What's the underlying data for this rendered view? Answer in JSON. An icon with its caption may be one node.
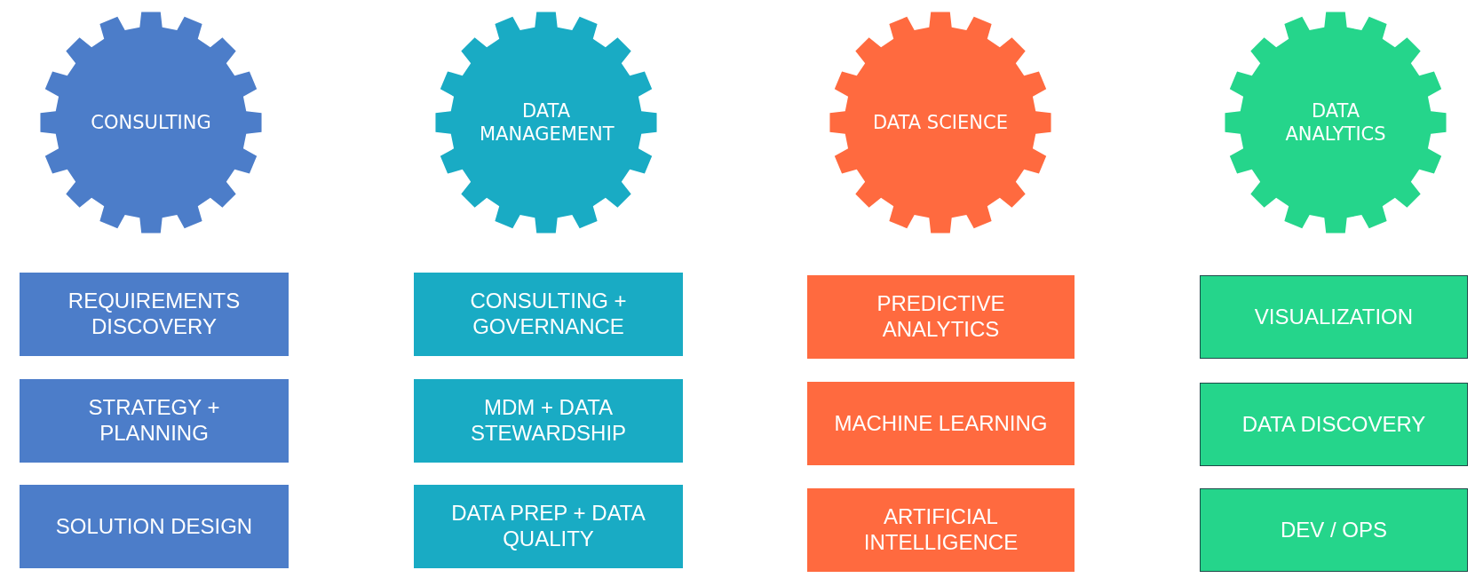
{
  "diagram": {
    "nodes": [
      {
        "text": [
          "CONSULTING"
        ]
      },
      {
        "text": [
          "REQUIREMENTS DISCOVERY"
        ]
      },
      {
        "text": [
          "STRATEGY + PLANNING"
        ]
      },
      {
        "text": [
          "SOLUTION DESIGN"
        ]
      },
      {
        "text": [
          "DATA MANAGEMENT"
        ]
      },
      {
        "text": [
          "CONSULTING + GOVERNANCE"
        ]
      },
      {
        "text": [
          "MDM + DATA STEWARDSHIP"
        ]
      },
      {
        "text": [
          "DATA PREP + DATA QUALITY"
        ]
      },
      {
        "text": [
          "DATA SCIENCE"
        ]
      },
      {
        "text": [
          "PREDICTIVE ANALYTICS"
        ]
      },
      {
        "text": [
          "MACHINE LEARNING"
        ]
      },
      {
        "text": [
          "ARTIFICIAL INTELLIGENCE"
        ]
      },
      {
        "text": [
          "DATA ANALYTICS"
        ]
      },
      {
        "text": [
          "VISUALIZATION"
        ]
      },
      {
        "text": [
          "DATA DISCOVERY"
        ]
      },
      {
        "text": [
          "DEV / OPS"
        ]
      }
    ]
  }
}
